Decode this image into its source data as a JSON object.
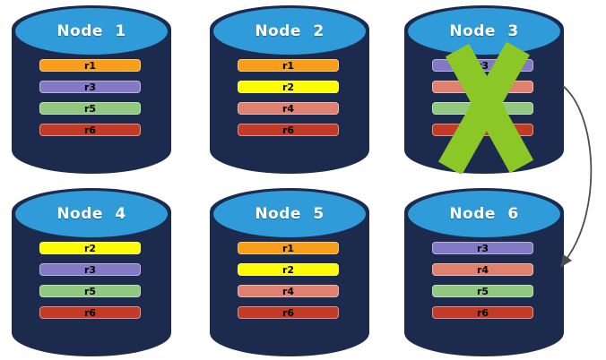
{
  "colors": {
    "cylinder_body": "#1B2A4D",
    "cylinder_top_fill": "#2F9BD8",
    "node_title_color": "#FFFFFF",
    "bar_label_color": "#000000",
    "failure_x_color": "#8BC726",
    "arrow_color": "#4D4D4D",
    "page_background": "#FFFFFF"
  },
  "replica_palette": {
    "r1": "#F89E18",
    "r2": "#FDFD00",
    "r3": "#8379C4",
    "r4": "#E0806E",
    "r5": "#8FC87E",
    "r6": "#C23B26"
  },
  "annotations": {
    "failure_x_icon": "x-mark-over-node-3",
    "failover_arrow_icon": "curved-arrow-node-3-to-node-6"
  },
  "nodes": [
    {
      "title": "Node 1",
      "failed": false,
      "replicas": [
        {
          "label": "r1",
          "color": "#F89E18"
        },
        {
          "label": "r3",
          "color": "#8379C4"
        },
        {
          "label": "r5",
          "color": "#8FC87E"
        },
        {
          "label": "r6",
          "color": "#C23B26"
        }
      ]
    },
    {
      "title": "Node 2",
      "failed": false,
      "replicas": [
        {
          "label": "r1",
          "color": "#F89E18"
        },
        {
          "label": "r2",
          "color": "#FDFD00"
        },
        {
          "label": "r4",
          "color": "#E0806E"
        },
        {
          "label": "r6",
          "color": "#C23B26"
        }
      ]
    },
    {
      "title": "Node 3",
      "failed": true,
      "replicas": [
        {
          "label": "r3",
          "color": "#8379C4"
        },
        {
          "label": "",
          "color": "#E0806E"
        },
        {
          "label": "",
          "color": "#8FC87E"
        },
        {
          "label": "",
          "color": "#C23B26"
        }
      ]
    },
    {
      "title": "Node 4",
      "failed": false,
      "replicas": [
        {
          "label": "r2",
          "color": "#FDFD00"
        },
        {
          "label": "r3",
          "color": "#8379C4"
        },
        {
          "label": "r5",
          "color": "#8FC87E"
        },
        {
          "label": "r6",
          "color": "#C23B26"
        }
      ]
    },
    {
      "title": "Node 5",
      "failed": false,
      "replicas": [
        {
          "label": "r1",
          "color": "#F89E18"
        },
        {
          "label": "r2",
          "color": "#FDFD00"
        },
        {
          "label": "r4",
          "color": "#E0806E"
        },
        {
          "label": "r6",
          "color": "#C23B26"
        }
      ]
    },
    {
      "title": "Node 6",
      "failed": false,
      "replicas": [
        {
          "label": "r3",
          "color": "#8379C4"
        },
        {
          "label": "r4",
          "color": "#E0806E"
        },
        {
          "label": "r5",
          "color": "#8FC87E"
        },
        {
          "label": "r6",
          "color": "#C23B26"
        }
      ]
    }
  ]
}
